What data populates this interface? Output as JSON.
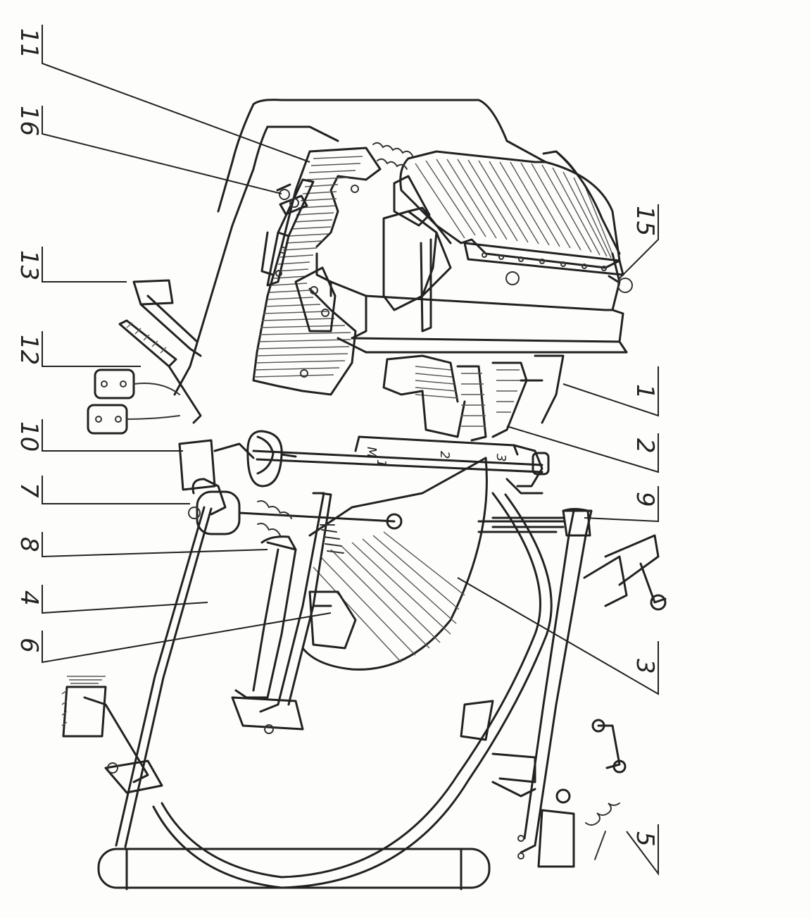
{
  "labels": [
    {
      "id": "11",
      "text": "11"
    },
    {
      "id": "16",
      "text": "16"
    },
    {
      "id": "13",
      "text": "13"
    },
    {
      "id": "12",
      "text": "12"
    },
    {
      "id": "10",
      "text": "10"
    },
    {
      "id": "7",
      "text": "7"
    },
    {
      "id": "8",
      "text": "8"
    },
    {
      "id": "4",
      "text": "4"
    },
    {
      "id": "6",
      "text": "6"
    },
    {
      "id": "15",
      "text": "15"
    },
    {
      "id": "1",
      "text": "1"
    },
    {
      "id": "2",
      "text": "2"
    },
    {
      "id": "9",
      "text": "9"
    },
    {
      "id": "3",
      "text": "3"
    },
    {
      "id": "5",
      "text": "5"
    }
  ],
  "scale_marks": [
    "M",
    "1",
    "2",
    "3"
  ],
  "colors": {
    "ink": "#222222",
    "paper": "#fdfdfc"
  }
}
